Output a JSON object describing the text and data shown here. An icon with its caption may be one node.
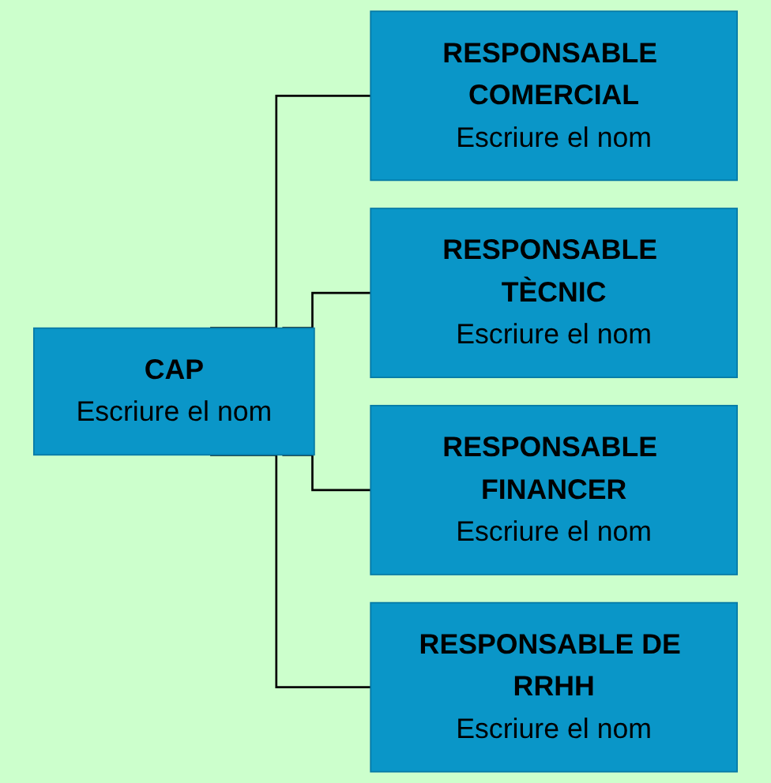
{
  "diagram": {
    "nodes": [
      {
        "text": [
          "CAP",
          "Escriure el nom"
        ]
      },
      {
        "text": [
          "RESPONSABLE COMERCIAL",
          "Escriure el nom"
        ]
      },
      {
        "text": [
          "RESPONSABLE TÈCNIC",
          "Escriure el nom"
        ]
      },
      {
        "text": [
          "RESPONSABLE FINANCER",
          "Escriure el nom"
        ]
      },
      {
        "text": [
          "RESPONSABLE DE RRHH",
          "Escriure el nom"
        ]
      }
    ],
    "edges": [
      {
        "from": 0,
        "to": 1,
        "arrow": "none"
      },
      {
        "from": 0,
        "to": 2,
        "arrow": "none"
      },
      {
        "from": 0,
        "to": 3,
        "arrow": "none"
      },
      {
        "from": 0,
        "to": 4,
        "arrow": "none"
      }
    ]
  }
}
